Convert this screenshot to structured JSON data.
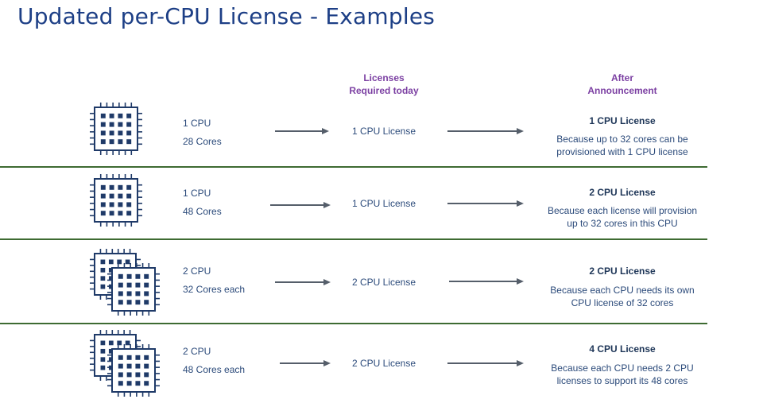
{
  "slide": {
    "title": "Updated per-CPU License - Examples",
    "columns": {
      "today": "Licenses\nRequired today",
      "after": "After\nAnnouncement"
    },
    "colors": {
      "title": "#1d3f86",
      "column_header": "#7b3fa2",
      "cpu_icon": "#1f3a68",
      "divider": "#3e6b32",
      "arrow": "#555e6a"
    },
    "rows": [
      {
        "cpu": "1 CPU",
        "cores": "28 Cores",
        "icon": "single-cpu-chip-icon",
        "today": "1 CPU License",
        "after_title": "1 CPU License",
        "after_desc": "Because up to 32 cores can be\nprovisioned with 1 CPU license"
      },
      {
        "cpu": "1 CPU",
        "cores": "48 Cores",
        "icon": "single-cpu-chip-icon",
        "today": "1 CPU License",
        "after_title": "2 CPU License",
        "after_desc": "Because each license will provision\nup to 32 cores in this CPU"
      },
      {
        "cpu": "2 CPU",
        "cores": "32 Cores each",
        "icon": "dual-cpu-chip-icon",
        "today": "2 CPU License",
        "after_title": "2 CPU License",
        "after_desc": "Because each CPU needs its own\nCPU license of 32 cores"
      },
      {
        "cpu": "2 CPU",
        "cores": "48 Cores each",
        "icon": "dual-cpu-chip-icon",
        "today": "2 CPU License",
        "after_title": "4 CPU License",
        "after_desc": "Because each CPU needs 2 CPU\nlicenses to support its 48 cores"
      }
    ]
  }
}
